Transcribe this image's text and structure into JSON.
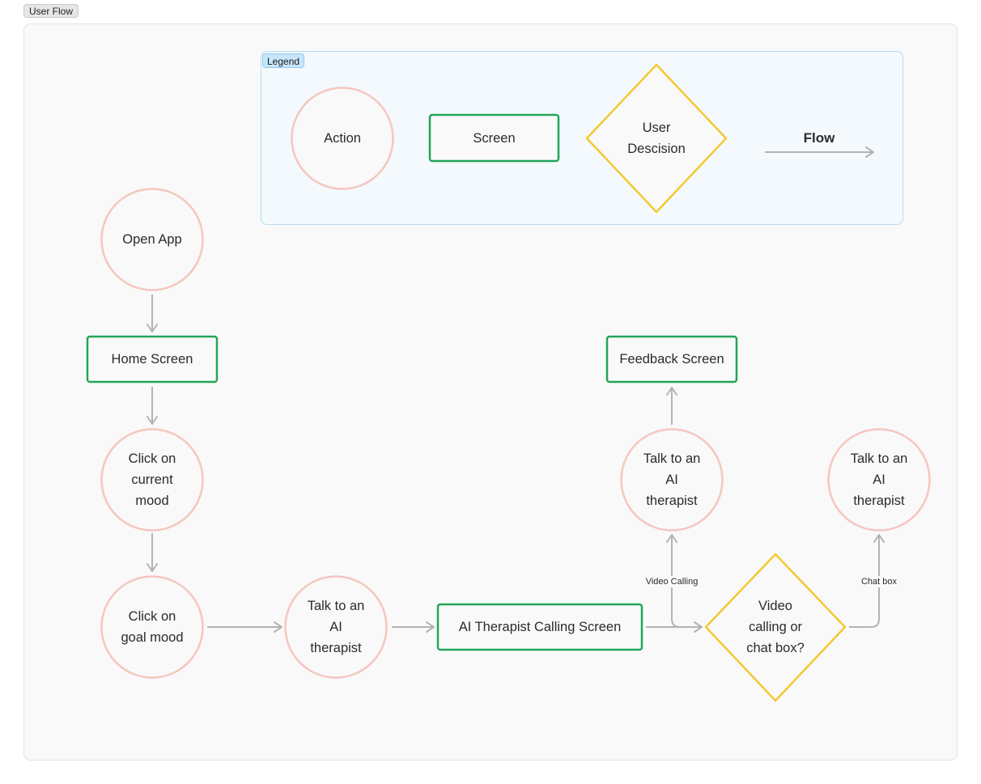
{
  "frame": {
    "title": "User Flow"
  },
  "legend": {
    "title": "Legend",
    "action": "Action",
    "screen": "Screen",
    "decision": "User\nDescision",
    "flow": "Flow"
  },
  "nodes": {
    "open_app": "Open App",
    "home_screen": "Home Screen",
    "click_current_mood": "Click on\ncurrent\nmood",
    "click_goal_mood": "Click on\ngoal mood",
    "talk_ai_1": "Talk to an\nAI\ntherapist",
    "ai_calling_screen": "AI Therapist Calling Screen",
    "decision_video_chat": "Video\ncalling or\nchat box?",
    "talk_ai_video": "Talk to an\nAI\ntherapist",
    "talk_ai_chat": "Talk to an\nAI\ntherapist",
    "feedback_screen": "Feedback Screen"
  },
  "edges": {
    "video_calling": "Video Calling",
    "chat_box": "Chat box"
  },
  "colors": {
    "action_stroke": "#f6c6c0",
    "screen_stroke": "#22a55a",
    "decision_stroke": "#f5c830",
    "arrow": "#b3b3b3"
  }
}
